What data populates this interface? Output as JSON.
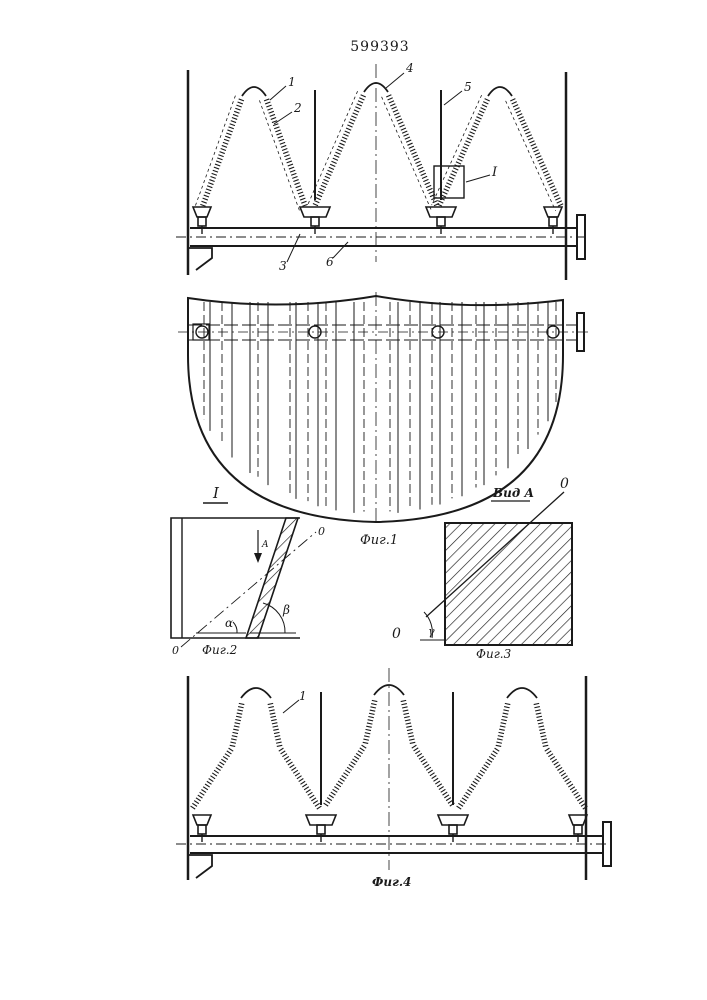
{
  "document": {
    "patent_number": "599393"
  },
  "figure1": {
    "caption": "Фиг.1",
    "callouts": [
      "1",
      "2",
      "4",
      "5",
      "I",
      "3",
      "6"
    ]
  },
  "figure2": {
    "detail_label": "I",
    "arrow_label": "A",
    "axis_top": "0",
    "axis_bottom": "0",
    "angle_alpha": "α",
    "angle_beta": "β",
    "caption": "Фиг.2"
  },
  "figure3": {
    "view_label": "Вид А",
    "axis_top": "0",
    "axis_left": "0",
    "angle_gamma": "γ",
    "caption": "Фиг.3"
  },
  "figure4": {
    "callout": "1",
    "caption": "Фиг.4"
  },
  "colors": {
    "ink": "#1a1a1a",
    "paper": "#ffffff"
  }
}
